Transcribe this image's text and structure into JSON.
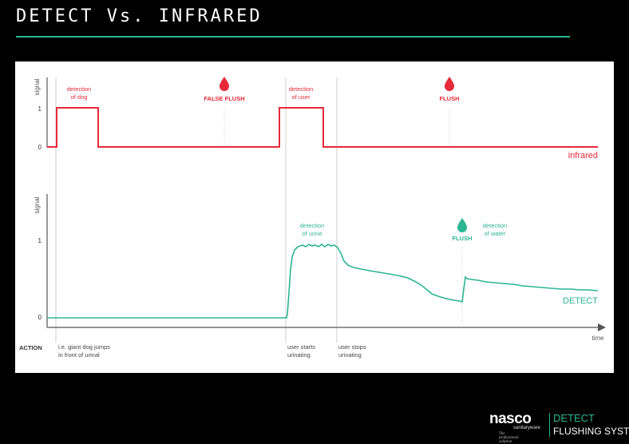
{
  "header": {
    "title": "DETECT Vs. INFRARED"
  },
  "colors": {
    "infrared": "#e52a3a",
    "detect": "#2bb592",
    "axis": "#555555",
    "guide": "#cfcfcf",
    "accent": "#2bb592"
  },
  "top_chart": {
    "y_axis_label": "signal",
    "y_ticks": [
      "1",
      "0"
    ],
    "series_label": "infrared",
    "annotations": {
      "dog": [
        "detection",
        "of dog"
      ],
      "false_flush": "FALSE FLUSH",
      "user": [
        "detection",
        "of user"
      ],
      "flush": "FLUSH"
    }
  },
  "bottom_chart": {
    "y_axis_label": "signal",
    "y_ticks": [
      "1",
      "0"
    ],
    "x_axis_label": "time",
    "series_label": "DETECT",
    "annotations": {
      "urine": [
        "detection",
        "of urine"
      ],
      "flush": "FLUSH",
      "water": [
        "detection",
        "of water"
      ]
    }
  },
  "action_row": {
    "label": "ACTION",
    "items": [
      [
        "i.e. giant dog jumps",
        "in front of urinal"
      ],
      [
        "user starts",
        "urinating"
      ],
      [
        "user stops",
        "urinating"
      ]
    ]
  },
  "brand": {
    "name": "nasco",
    "sub": "sanitaryware",
    "tagline": "The professional solution",
    "product": "DETECT",
    "system": "FLUSHING SYSTEM"
  }
}
